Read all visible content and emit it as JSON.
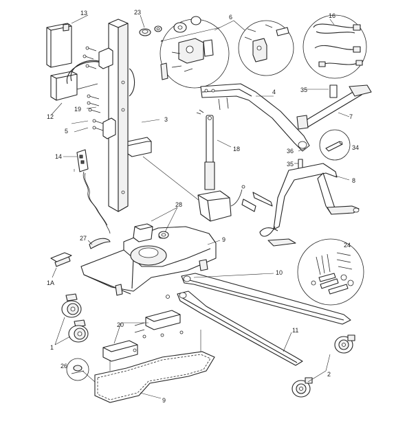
{
  "diagram": {
    "callouts": {
      "c1": "1",
      "c1a": "1A",
      "c2": "2",
      "c3": "3",
      "c4": "4",
      "c5": "5",
      "c6": "6",
      "c7": "7",
      "c8": "8",
      "c9a": "9",
      "c9b": "9",
      "c10": "10",
      "c11": "11",
      "c12": "12",
      "c13": "13",
      "c14": "14",
      "c16": "16",
      "c18": "18",
      "c19": "19",
      "c20": "20",
      "c23": "23",
      "c24": "24",
      "c26": "26",
      "c27": "27",
      "c28": "28",
      "c34": "34",
      "c35a": "35",
      "c35b": "35",
      "c36": "36"
    }
  }
}
